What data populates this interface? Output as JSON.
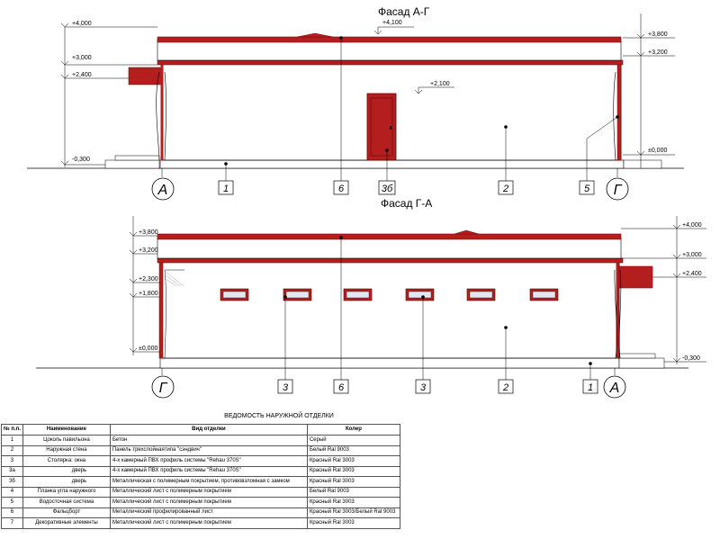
{
  "facade1": {
    "title": "Фасад А-Г",
    "marks_left": [
      "+4,000",
      "+3,000",
      "+2,400",
      "-0,300"
    ],
    "marks_top": [
      "+4,100",
      "+2,100"
    ],
    "marks_right": [
      "+3,800",
      "+3,200",
      "±0,000"
    ],
    "axes": [
      "А",
      "Г"
    ],
    "callouts": [
      "1",
      "6",
      "3б",
      "2",
      "5"
    ]
  },
  "facade2": {
    "title": "Фасад Г-А",
    "marks_left": [
      "+3,800",
      "+3,200",
      "+2,300",
      "+1,800",
      "±0,000"
    ],
    "marks_right": [
      "+4,000",
      "+3,000",
      "+2,400",
      "-0,300"
    ],
    "axes": [
      "Г",
      "А"
    ],
    "callouts": [
      "3",
      "6",
      "3",
      "2",
      "1"
    ]
  },
  "schedule": {
    "title": "ВЕДОМОСТЬ НАРУЖНОЙ ОТДЕЛКИ",
    "headers": [
      "№ п.п.",
      "Наименование",
      "Вид отделки",
      "Колер"
    ],
    "rows": [
      [
        "1",
        "Цоколь павильона",
        "Бетон",
        "Серый"
      ],
      [
        "2",
        "Наружная стена",
        "Панель трехслойнаятипа \"сэндвич\"",
        "Белый Ral 9003"
      ],
      [
        "3",
        "Столярка: окна",
        "4-х камерный ПВХ профиль системы \"Rehau 370S\"",
        "Красный Ral 3003"
      ],
      [
        "3а",
        "дверь",
        "4-х камерный ПВХ профиль системы \"Rehau 370S\"",
        "Красный Ral 3003"
      ],
      [
        "3б",
        "дверь",
        "Металлическая с полимерным покрытием, противовзломная с замком",
        "Красный Ral 3003"
      ],
      [
        "4",
        "Планка угла наружного",
        "Металлический лист с полимерным покрытием",
        "Белый Ral 9003"
      ],
      [
        "5",
        "Водосточная система",
        "Металлический лист с полимерным покрытием",
        "Красный Ral 3003"
      ],
      [
        "6",
        "Фальцборт",
        "Металлический профилированный лист",
        "Красный Ral 3003/Белый Ral 9003"
      ],
      [
        "7",
        "Декоративные элементы",
        "Металлический лист с полимерным покрытием",
        "Красный Ral 3003"
      ]
    ]
  },
  "colors": {
    "red": "#b41e1e",
    "dark_red": "#7a1010",
    "line": "#000000",
    "grey": "#9a9a9a"
  }
}
